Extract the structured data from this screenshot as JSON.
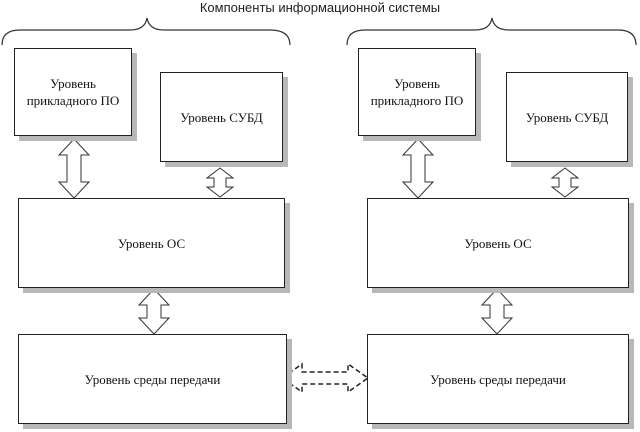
{
  "title": "Компоненты информационной системы",
  "nodes": {
    "app_left": "Уровень\nприкладного ПО",
    "dbms_left": "Уровень СУБД",
    "os_left": "Уровень ОС",
    "media_left": "Уровень среды передачи",
    "app_right": "Уровень\nприкладного ПО",
    "dbms_right": "Уровень СУБД",
    "os_right": "Уровень ОС",
    "media_right": "Уровень среды передачи"
  },
  "colors": {
    "border": "#222222",
    "shadow": "#b8b8b8",
    "background": "#ffffff"
  }
}
